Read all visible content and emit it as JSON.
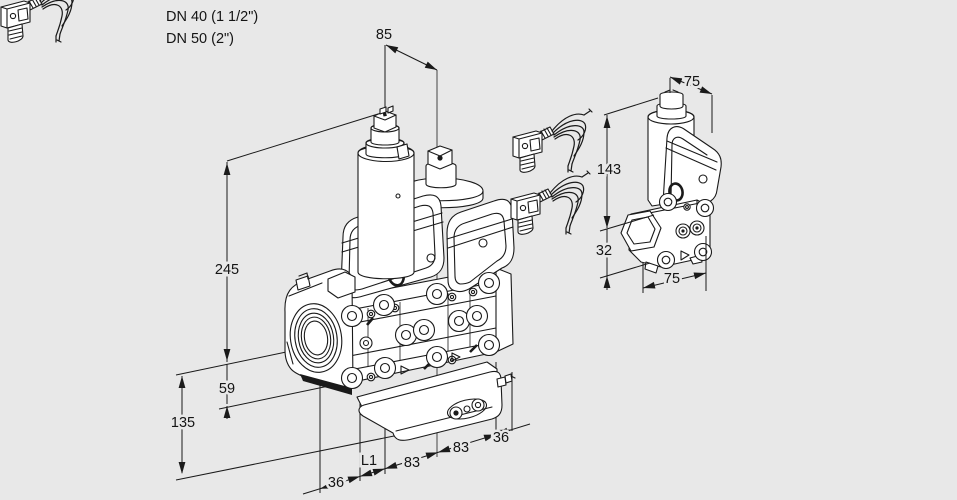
{
  "colors": {
    "background": "#e8e8e8",
    "line": "#1a1a1a"
  },
  "labels": {
    "dn_line1": "DN 40 (1 1/2\")",
    "dn_line2": "DN 50 (2\")"
  },
  "dimensions": {
    "front": {
      "coil_spacing": "85",
      "height": "245",
      "axis_to_body_bottom": "59",
      "axis_to_bottom": "135",
      "bottom_chain": [
        "36",
        "L1",
        "83",
        "83",
        "36"
      ]
    },
    "side": {
      "top_width": "75",
      "height_above_axis": "143",
      "axis_to_body_bottom": "32",
      "bottom_width": "75"
    }
  }
}
